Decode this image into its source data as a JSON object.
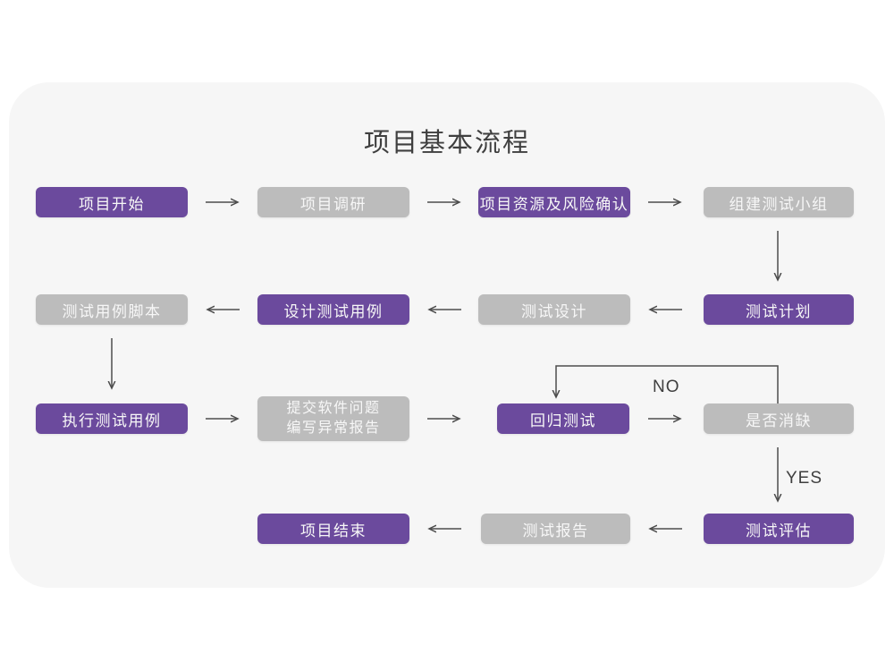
{
  "title": "项目基本流程",
  "labels": {
    "no": "NO",
    "yes": "YES"
  },
  "colors": {
    "node_purple": "#6b4a9d",
    "node_gray": "#bcbcbc",
    "node_text": "#f7f7f7",
    "card_background": "#f6f6f6",
    "page_background": "#ffffff",
    "arrow": "#4d4d4d",
    "title_text": "#3f3f3f"
  },
  "nodes": [
    {
      "id": "project-start",
      "label": "项目开始",
      "variant": "purple"
    },
    {
      "id": "project-research",
      "label": "项目调研",
      "variant": "gray"
    },
    {
      "id": "resources-and-risk",
      "label": "项目资源及风险确认",
      "variant": "purple"
    },
    {
      "id": "build-test-team",
      "label": "组建测试小组",
      "variant": "gray"
    },
    {
      "id": "test-plan",
      "label": "测试计划",
      "variant": "purple"
    },
    {
      "id": "test-design",
      "label": "测试设计",
      "variant": "gray"
    },
    {
      "id": "design-test-cases",
      "label": "设计测试用例",
      "variant": "purple"
    },
    {
      "id": "test-case-scripts",
      "label": "测试用例脚本",
      "variant": "gray"
    },
    {
      "id": "execute-test-cases",
      "label": "执行测试用例",
      "variant": "purple"
    },
    {
      "id": "submit-issue-report",
      "label": "提交软件问题\n编写异常报告",
      "variant": "gray"
    },
    {
      "id": "regression-test",
      "label": "回归测试",
      "variant": "purple"
    },
    {
      "id": "defect-cleared",
      "label": "是否消缺",
      "variant": "gray"
    },
    {
      "id": "test-evaluation",
      "label": "测试评估",
      "variant": "purple"
    },
    {
      "id": "test-report",
      "label": "测试报告",
      "variant": "gray"
    },
    {
      "id": "project-end",
      "label": "项目结束",
      "variant": "purple"
    }
  ],
  "edges": [
    {
      "from": "project-start",
      "to": "project-research"
    },
    {
      "from": "project-research",
      "to": "resources-and-risk"
    },
    {
      "from": "resources-and-risk",
      "to": "build-test-team"
    },
    {
      "from": "build-test-team",
      "to": "test-plan"
    },
    {
      "from": "test-plan",
      "to": "test-design"
    },
    {
      "from": "test-design",
      "to": "design-test-cases"
    },
    {
      "from": "design-test-cases",
      "to": "test-case-scripts"
    },
    {
      "from": "test-case-scripts",
      "to": "execute-test-cases"
    },
    {
      "from": "execute-test-cases",
      "to": "submit-issue-report"
    },
    {
      "from": "submit-issue-report",
      "to": "regression-test"
    },
    {
      "from": "regression-test",
      "to": "defect-cleared"
    },
    {
      "from": "defect-cleared",
      "to": "regression-test",
      "label": "NO"
    },
    {
      "from": "defect-cleared",
      "to": "test-evaluation",
      "label": "YES"
    },
    {
      "from": "test-evaluation",
      "to": "test-report"
    },
    {
      "from": "test-report",
      "to": "project-end"
    }
  ]
}
